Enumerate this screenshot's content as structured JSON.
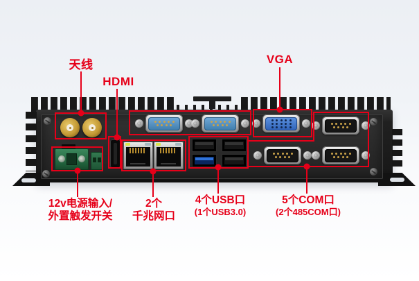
{
  "annotations": {
    "antenna": {
      "label": "天线"
    },
    "hdmi": {
      "label": "HDMI"
    },
    "vga": {
      "label": "VGA"
    },
    "power": {
      "line1": "12v电源输入/",
      "line2": "外置触发开关"
    },
    "lan": {
      "line1": "2个",
      "line2": "千兆网口"
    },
    "usb": {
      "line1": "4个USB口",
      "line2": "(1个USB3.0)"
    },
    "com": {
      "line1": "5个COM口",
      "line2": "(2个485COM口)"
    }
  },
  "colors": {
    "annotation_red": "#e60019",
    "background_top": "#eceff4",
    "background_bottom": "#ffffff",
    "device_body": "#1d1d1d",
    "serial_port_blue": "#4e8ec2",
    "vga_blue": "#3f6fc4",
    "usb3_blue": "#2f72d8",
    "power_terminal_green": "#2e7a50",
    "antenna_gold": "#c49a35"
  },
  "device": {
    "ports": [
      "sma-antenna x2",
      "12v-power-terminal",
      "hdmi",
      "rj45-lan x2",
      "usb x4 (1 usb3.0)",
      "db9-serial-blue x2",
      "vga",
      "db9-com-black x3"
    ]
  }
}
